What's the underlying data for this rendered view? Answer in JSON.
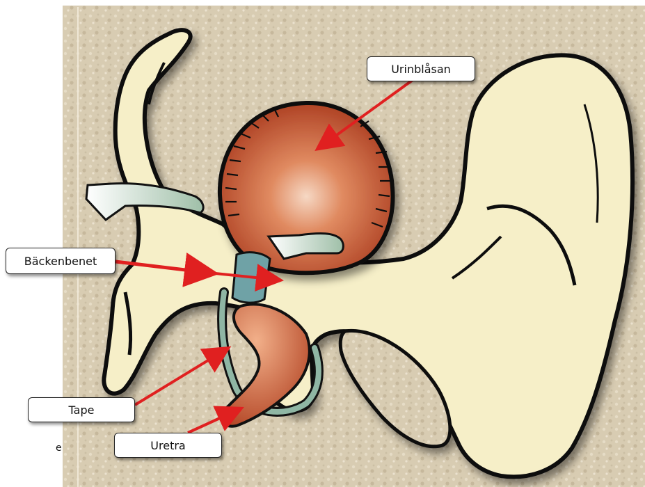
{
  "labels": {
    "bladder": "Urinblåsan",
    "pelvic_bone": "Bäckenbenet",
    "tape": "Tape",
    "urethra": "Uretra"
  },
  "stray_text": "e",
  "colors": {
    "background_wall": "#d9ccb3",
    "bone": "#f6efc8",
    "bladder": "#c4502d",
    "tape": "#8fb6a4",
    "arrow": "#e02020",
    "outline": "#111111"
  }
}
